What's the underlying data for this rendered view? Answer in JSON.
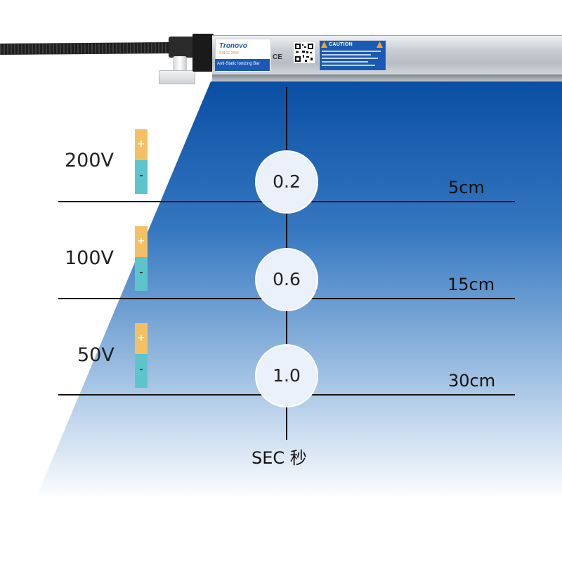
{
  "device": {
    "brand": "Tronovo",
    "since": "SINCE 2004",
    "product_name": "Anti-Static Ionizing Bar",
    "ce_mark": "CE",
    "caution_title": "CAUTION"
  },
  "colors": {
    "gradient_top": "#0a4ea4",
    "gradient_bottom": "#ffffff",
    "plus": "#f5c064",
    "minus": "#5ec4cc",
    "line": "#111111"
  },
  "indicator": {
    "plus": "+",
    "minus": "-"
  },
  "levels": [
    {
      "voltage": "200V",
      "time": "0.2",
      "distance": "5cm"
    },
    {
      "voltage": "100V",
      "time": "0.6",
      "distance": "15cm"
    },
    {
      "voltage": "50V",
      "time": "1.0",
      "distance": "30cm"
    }
  ],
  "axis_label": "SEC 秒"
}
